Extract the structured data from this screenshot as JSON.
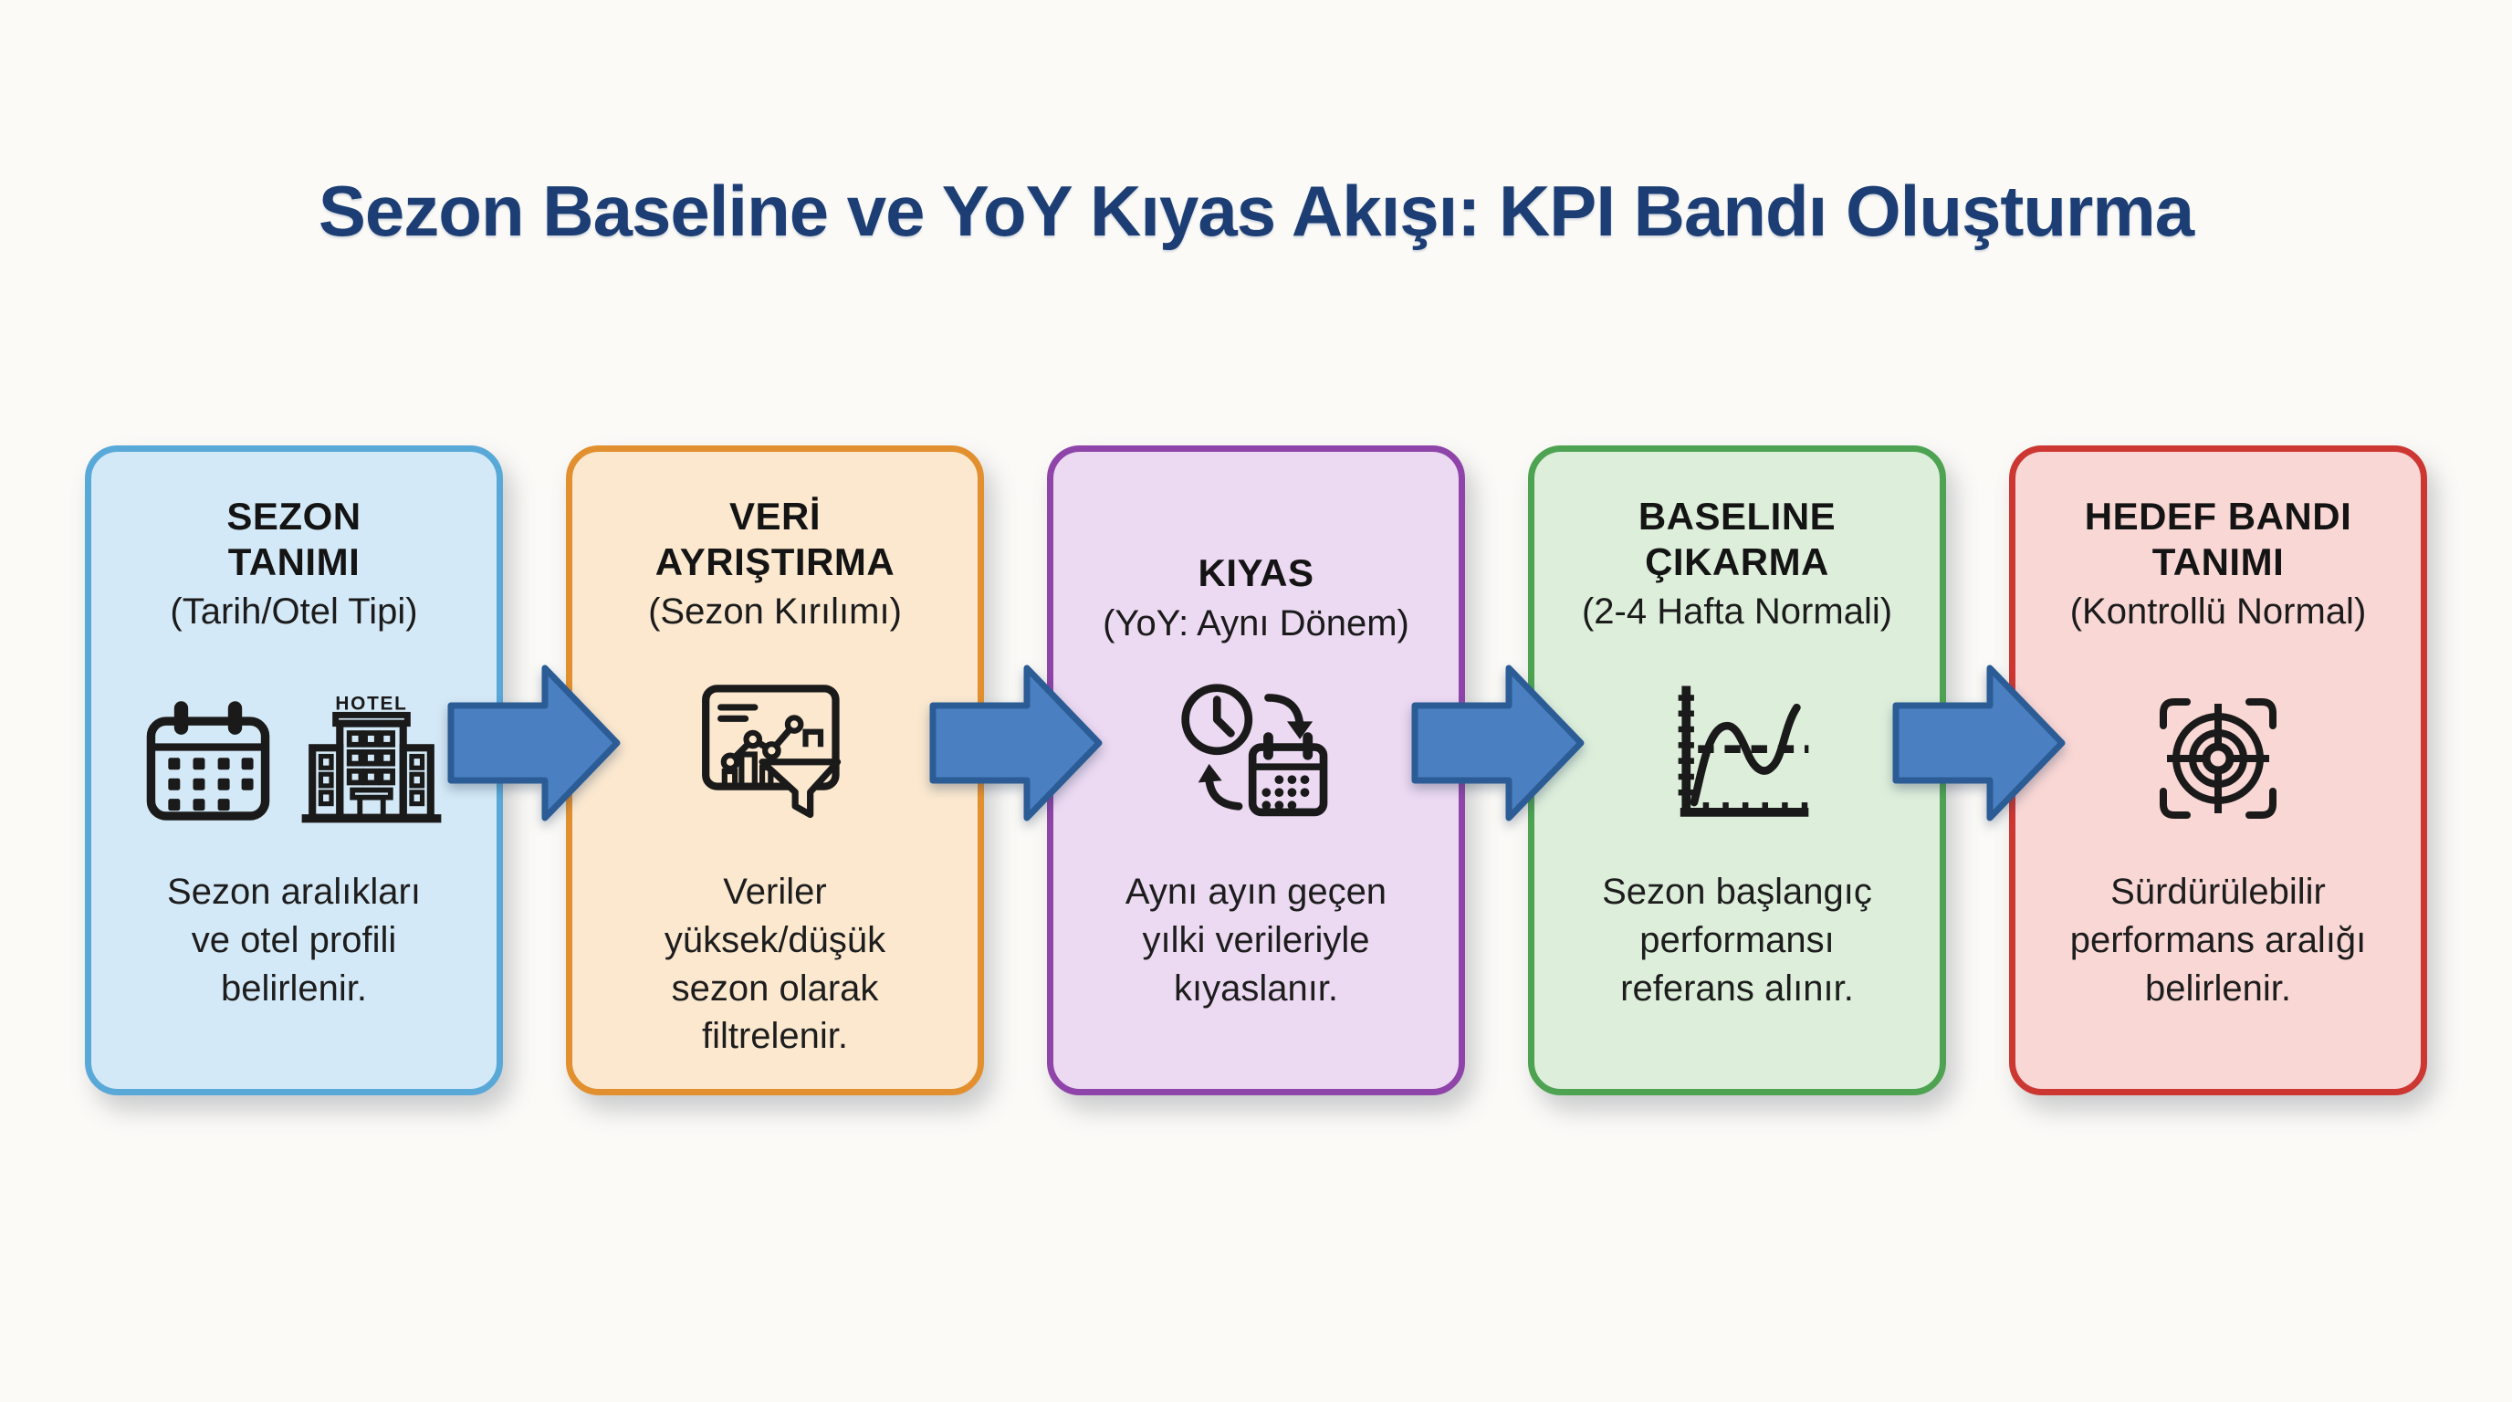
{
  "page": {
    "title": "Sezon Baseline ve YoY Kıyas Akışı: KPI Bandı Oluşturma",
    "theme": {
      "ink": "#1a1a1a",
      "page-bg": "#fbfaf7",
      "title-color": "#1c3e74",
      "text": "#1d1d1d"
    }
  },
  "flow": {
    "connector": {
      "shape": "right-arrow",
      "fill": "#4a80c2",
      "stroke": "#2b5c95"
    },
    "steps": [
      {
        "title_lines": [
          "SEZON",
          "TANIMI"
        ],
        "subtitle": "(Tarih/Otel Tipi)",
        "desc_lines": [
          "Sezon aralıkları",
          "ve otel profili",
          "belirlenir."
        ],
        "icons": [
          "calendar-icon",
          "hotel-icon"
        ],
        "hotel_label": "HOTEL",
        "colors": {
          "background": "#d4e9f7",
          "border": "#58a8d8"
        }
      },
      {
        "title_lines": [
          "VERİ",
          "AYRIŞTIRMA"
        ],
        "subtitle": "(Sezon Kırılımı)",
        "desc_lines": [
          "Veriler",
          "yüksek/düşük",
          "sezon olarak",
          "filtrelenir."
        ],
        "icons": [
          "chart-funnel-icon"
        ],
        "colors": {
          "background": "#fbe8cf",
          "border": "#e2902f"
        }
      },
      {
        "title_lines": [
          "KIYAS"
        ],
        "subtitle": "(YoY: Aynı Dönem)",
        "desc_lines": [
          "Aynı ayın geçen",
          "yılki verileriyle",
          "kıyaslanır."
        ],
        "icons": [
          "clock-calendar-sync-icon"
        ],
        "colors": {
          "background": "#ecd9f2",
          "border": "#8e44a8"
        }
      },
      {
        "title_lines": [
          "BASELINE",
          "ÇIKARMA"
        ],
        "subtitle": "(2-4 Hafta Normali)",
        "desc_lines": [
          "Sezon başlangıç",
          "performansı",
          "referans alınır."
        ],
        "icons": [
          "baseline-chart-icon"
        ],
        "colors": {
          "background": "#ddefdb",
          "border": "#4ea352"
        }
      },
      {
        "title_lines": [
          "HEDEF BANDI",
          "TANIMI"
        ],
        "subtitle": "(Kontrollü Normal)",
        "desc_lines": [
          "Sürdürülebilir",
          "performans aralığı",
          "belirlenir."
        ],
        "icons": [
          "target-icon"
        ],
        "colors": {
          "background": "#f9d7d5",
          "border": "#cc3732"
        }
      }
    ]
  }
}
